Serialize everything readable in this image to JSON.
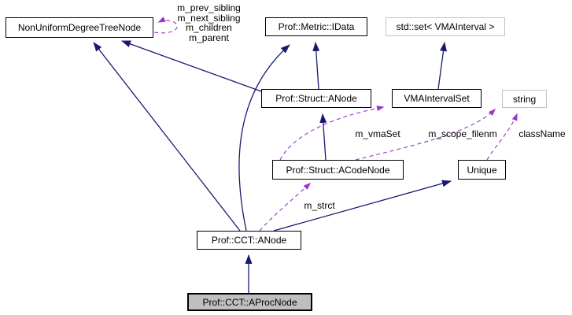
{
  "diagram_type": "class collaboration graph",
  "colors": {
    "background": "#ffffff",
    "inheritance_edge": "#191970",
    "usage_edge": "#9a32cd",
    "node_border": "#000000",
    "external_node_border": "#c3c3c3",
    "highlight_node_fill": "#bfbfbf",
    "text": "#000000"
  },
  "nodes": {
    "nonUniform": {
      "label": "NonUniformDegreeTreeNode"
    },
    "metricIData": {
      "label": "Prof::Metric::IData"
    },
    "stdSet": {
      "label": "std::set< VMAInterval >"
    },
    "structANode": {
      "label": "Prof::Struct::ANode"
    },
    "vmaIntervalSet": {
      "label": "VMAIntervalSet"
    },
    "stringClass": {
      "label": "string"
    },
    "aCodeNode": {
      "label": "Prof::Struct::ACodeNode"
    },
    "unique": {
      "label": "Unique"
    },
    "cctANode": {
      "label": "Prof::CCT::ANode"
    },
    "cctAProcNode": {
      "label": "Prof::CCT::AProcNode"
    }
  },
  "edge_labels": {
    "self_loop": [
      "m_prev_sibling",
      "m_next_sibling",
      "m_children",
      "m_parent"
    ],
    "m_vmaSet": "m_vmaSet",
    "m_scope_filenm": "m_scope_filenm",
    "className": "className",
    "m_strct": "m_strct"
  },
  "edges": [
    {
      "from": "Prof::Struct::ANode",
      "to": "NonUniformDegreeTreeNode",
      "kind": "inheritance"
    },
    {
      "from": "Prof::Struct::ANode",
      "to": "Prof::Metric::IData",
      "kind": "inheritance"
    },
    {
      "from": "Prof::CCT::ANode",
      "to": "NonUniformDegreeTreeNode",
      "kind": "inheritance"
    },
    {
      "from": "Prof::CCT::ANode",
      "to": "Prof::Metric::IData",
      "kind": "inheritance"
    },
    {
      "from": "VMAIntervalSet",
      "to": "std::set< VMAInterval >",
      "kind": "inheritance"
    },
    {
      "from": "Prof::Struct::ACodeNode",
      "to": "Prof::Struct::ANode",
      "kind": "inheritance"
    },
    {
      "from": "Prof::CCT::ANode",
      "to": "Unique",
      "kind": "inheritance"
    },
    {
      "from": "Prof::CCT::AProcNode",
      "to": "Prof::CCT::ANode",
      "kind": "inheritance"
    },
    {
      "from": "NonUniformDegreeTreeNode",
      "to": "NonUniformDegreeTreeNode",
      "kind": "usage",
      "label": "m_prev_sibling m_next_sibling m_children m_parent"
    },
    {
      "from": "Prof::Struct::ACodeNode",
      "to": "VMAIntervalSet",
      "kind": "usage",
      "label": "m_vmaSet"
    },
    {
      "from": "Prof::Struct::ACodeNode",
      "to": "string",
      "kind": "usage",
      "label": "m_scope_filenm"
    },
    {
      "from": "Unique",
      "to": "string",
      "kind": "usage",
      "label": "className"
    },
    {
      "from": "Prof::CCT::ANode",
      "to": "Prof::Struct::ACodeNode",
      "kind": "usage",
      "label": "m_strct"
    }
  ]
}
